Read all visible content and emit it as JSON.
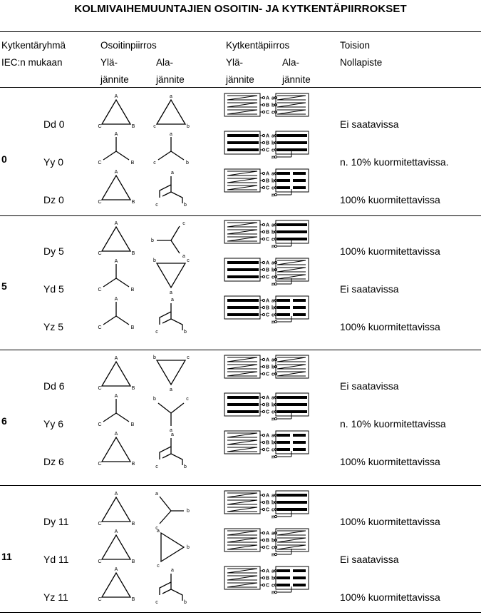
{
  "title": "KOLMIVAIHEMUUNTAJIEN OSOITIN- JA KYTKENTÄPIIRROKSET",
  "headers": {
    "group_1": "Kytkentäryhmä",
    "group_2": "IEC:n mukaan",
    "phasor": "Osoitinpiirros",
    "phasor_hv_1": "Ylä-",
    "phasor_hv_2": "jännite",
    "phasor_lv_1": "Ala-",
    "phasor_lv_2": "jännite",
    "wiring": "Kytkentäpiirros",
    "wiring_hv_1": "Ylä-",
    "wiring_hv_2": "jännite",
    "wiring_lv_1": "Ala-",
    "wiring_lv_2": "jännite",
    "secondary_1": "Toision",
    "secondary_2": "Nollapiste"
  },
  "groups": [
    {
      "shift": "0",
      "rows": [
        {
          "code": "Dd 0",
          "hv": "delta",
          "lv": "delta",
          "neutral": "Ei saatavissa"
        },
        {
          "code": "Yy 0",
          "hv": "star",
          "lv": "star",
          "neutral": "n. 10% kuormitettavissa."
        },
        {
          "code": "Dz 0",
          "hv": "delta",
          "lv": "zigzag",
          "neutral": "100% kuormitettavissa"
        }
      ]
    },
    {
      "shift": "5",
      "rows": [
        {
          "code": "Dy 5",
          "hv": "delta",
          "lv": "star",
          "neutral": "100% kuormitettavissa"
        },
        {
          "code": "Yd 5",
          "hv": "star",
          "lv": "delta",
          "neutral": "Ei saatavissa"
        },
        {
          "code": "Yz 5",
          "hv": "star",
          "lv": "zigzag",
          "neutral": "100% kuormitettavissa"
        }
      ]
    },
    {
      "shift": "6",
      "rows": [
        {
          "code": "Dd 6",
          "hv": "delta",
          "lv": "delta",
          "neutral": "Ei saatavissa"
        },
        {
          "code": "Yy 6",
          "hv": "star",
          "lv": "star",
          "neutral": "n. 10% kuormitettavissa"
        },
        {
          "code": "Dz 6",
          "hv": "delta",
          "lv": "zigzag",
          "neutral": "100% kuormitettavissa"
        }
      ]
    },
    {
      "shift": "11",
      "rows": [
        {
          "code": "Dy 11",
          "hv": "delta",
          "lv": "star",
          "neutral": "100% kuormitettavissa"
        },
        {
          "code": "Yd 11",
          "hv": "delta",
          "lv": "delta",
          "neutral": "Ei saatavissa"
        },
        {
          "code": "Yz 11",
          "hv": "delta",
          "lv": "zigzag",
          "neutral": "100% kuormitettavissa"
        }
      ]
    }
  ],
  "terminal_labels": {
    "hv": [
      "A",
      "B",
      "C",
      "N"
    ],
    "lv": [
      "a",
      "b",
      "c",
      "n"
    ]
  }
}
